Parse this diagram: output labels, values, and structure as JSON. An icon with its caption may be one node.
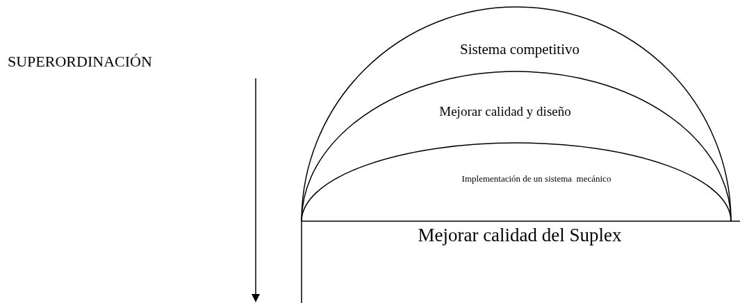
{
  "diagram": {
    "nodes": [
      {
        "text": [
          "Sistema competitivo"
        ]
      },
      {
        "text": [
          "Mejorar calidad y diseño"
        ],
        "in": 0
      },
      {
        "text": [
          "Implementación de un sistema  mecánico"
        ],
        "in": 1
      },
      {
        "text": [
          "Mejorar calidad del Suplex"
        ]
      }
    ],
    "labels": [
      "SUPERORDINACIÓN"
    ]
  }
}
